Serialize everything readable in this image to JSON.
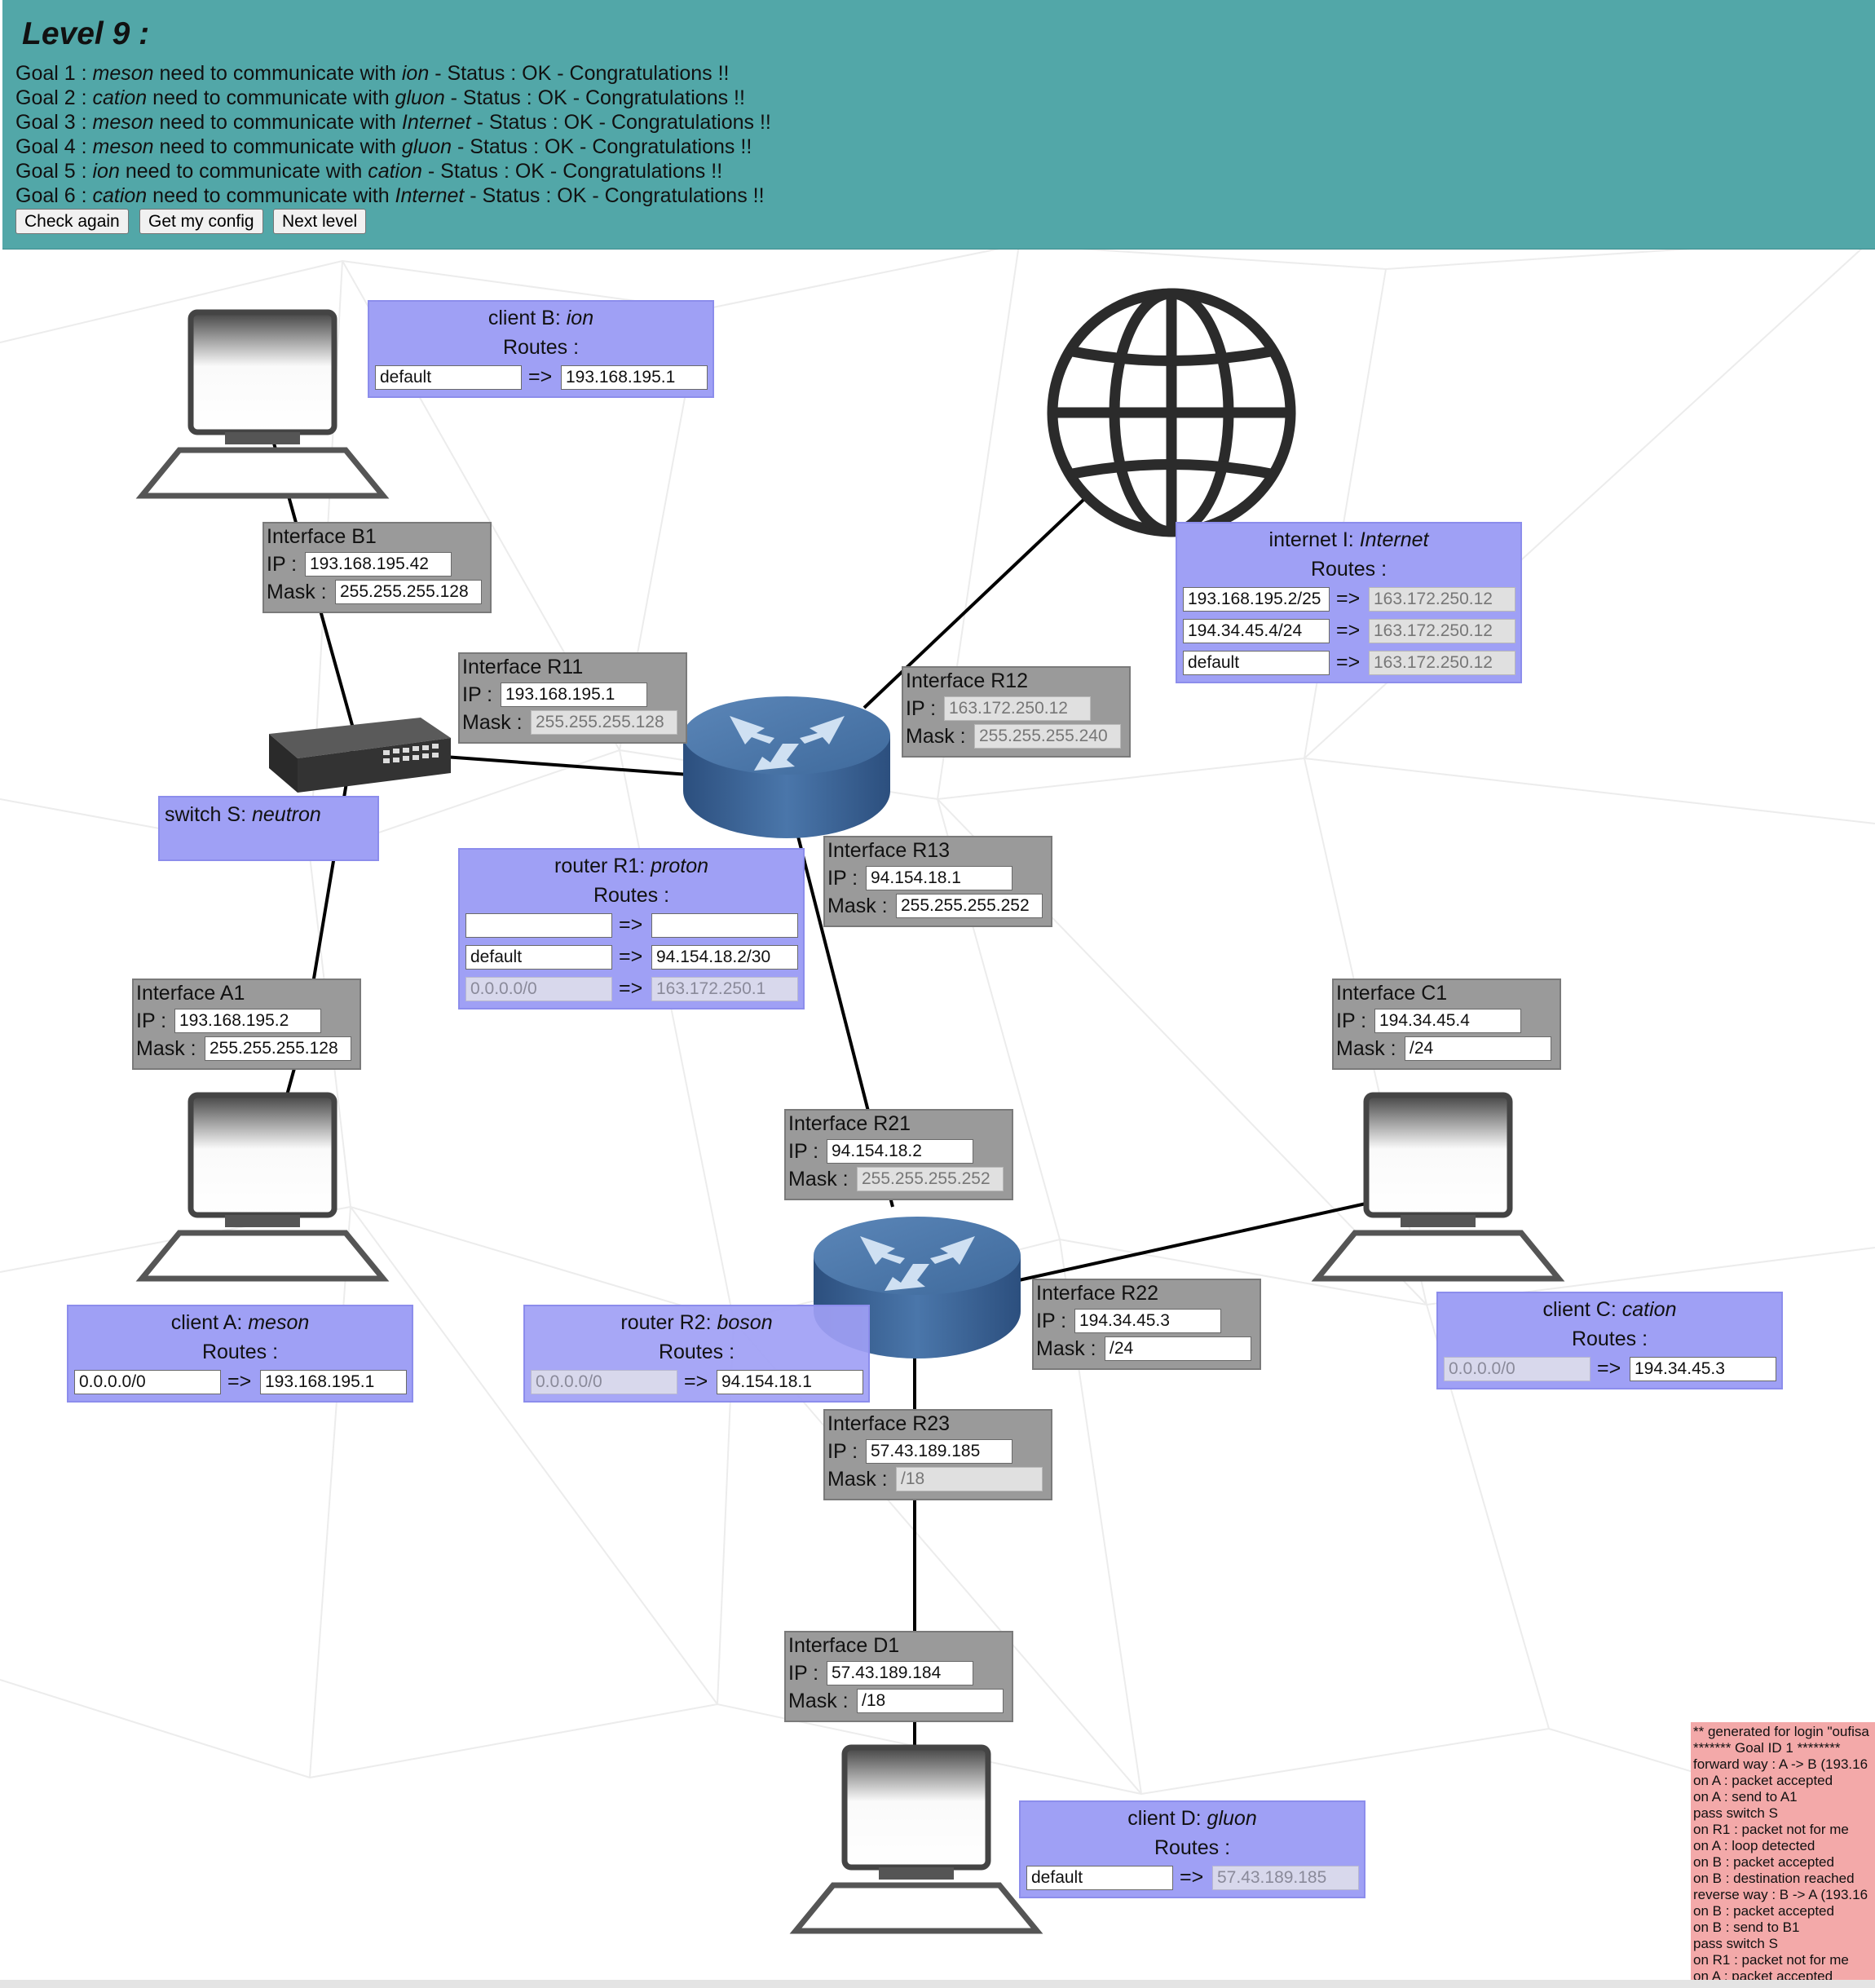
{
  "level_title": "Level 9 :",
  "goals": [
    {
      "prefix": "Goal 1 : ",
      "a": "meson",
      "mid": " need to communicate with ",
      "b": "ion",
      "suffix": " - Status : OK - Congratulations !!"
    },
    {
      "prefix": "Goal 2 : ",
      "a": "cation",
      "mid": " need to communicate with ",
      "b": "gluon",
      "suffix": " - Status : OK - Congratulations !!"
    },
    {
      "prefix": "Goal 3 : ",
      "a": "meson",
      "mid": " need to communicate with ",
      "b": "Internet",
      "suffix": " - Status : OK - Congratulations !!"
    },
    {
      "prefix": "Goal 4 : ",
      "a": "meson",
      "mid": " need to communicate with ",
      "b": "gluon",
      "suffix": " - Status : OK - Congratulations !!"
    },
    {
      "prefix": "Goal 5 : ",
      "a": "ion",
      "mid": " need to communicate with ",
      "b": "cation",
      "suffix": " - Status : OK - Congratulations !!"
    },
    {
      "prefix": "Goal 6 : ",
      "a": "cation",
      "mid": " need to communicate with ",
      "b": "Internet",
      "suffix": " - Status : OK - Congratulations !!"
    }
  ],
  "buttons": {
    "check_again": "Check again",
    "get_config": "Get my config",
    "next_level": "Next level"
  },
  "labels": {
    "ip": "IP :",
    "mask": "Mask :",
    "routes": "Routes :",
    "arrow": "=>"
  },
  "interfaces": {
    "B1": {
      "title": "Interface B1",
      "ip": "193.168.195.42",
      "mask": "255.255.255.128"
    },
    "R11": {
      "title": "Interface R11",
      "ip": "193.168.195.1",
      "mask": "255.255.255.128"
    },
    "R12": {
      "title": "Interface R12",
      "ip": "163.172.250.12",
      "mask": "255.255.255.240"
    },
    "R13": {
      "title": "Interface R13",
      "ip": "94.154.18.1",
      "mask": "255.255.255.252"
    },
    "A1": {
      "title": "Interface A1",
      "ip": "193.168.195.2",
      "mask": "255.255.255.128"
    },
    "C1": {
      "title": "Interface C1",
      "ip": "194.34.45.4",
      "mask": "/24"
    },
    "R21": {
      "title": "Interface R21",
      "ip": "94.154.18.2",
      "mask": "255.255.255.252"
    },
    "R22": {
      "title": "Interface R22",
      "ip": "194.34.45.3",
      "mask": "/24"
    },
    "R23": {
      "title": "Interface R23",
      "ip": "57.43.189.185",
      "mask": "/18"
    },
    "D1": {
      "title": "Interface D1",
      "ip": "57.43.189.184",
      "mask": "/18"
    }
  },
  "nodes": {
    "clientB": {
      "kind": "client B: ",
      "name": "ion",
      "routes": [
        {
          "dest": "default",
          "via": "193.168.195.1"
        }
      ]
    },
    "internet": {
      "kind": "internet I: ",
      "name": "Internet",
      "routes": [
        {
          "dest": "193.168.195.2/25",
          "via": "163.172.250.12"
        },
        {
          "dest": "194.34.45.4/24",
          "via": "163.172.250.12"
        },
        {
          "dest": "default",
          "via": "163.172.250.12"
        }
      ]
    },
    "switchS": {
      "kind": "switch S: ",
      "name": "neutron"
    },
    "routerR1": {
      "kind": "router R1: ",
      "name": "proton",
      "routes": [
        {
          "dest": "",
          "via": ""
        },
        {
          "dest": "default",
          "via": "94.154.18.2/30"
        },
        {
          "dest": "0.0.0.0/0",
          "via": "163.172.250.1"
        }
      ]
    },
    "clientA": {
      "kind": "client A: ",
      "name": "meson",
      "routes": [
        {
          "dest": "0.0.0.0/0",
          "via": "193.168.195.1"
        }
      ]
    },
    "routerR2": {
      "kind": "router R2: ",
      "name": "boson",
      "routes": [
        {
          "dest": "0.0.0.0/0",
          "via": "94.154.18.1"
        }
      ]
    },
    "clientC": {
      "kind": "client C: ",
      "name": "cation",
      "routes": [
        {
          "dest": "0.0.0.0/0",
          "via": "194.34.45.3"
        }
      ]
    },
    "clientD": {
      "kind": "client D: ",
      "name": "gluon",
      "routes": [
        {
          "dest": "default",
          "via": "57.43.189.185"
        }
      ]
    }
  },
  "log_lines": [
    "** generated for login \"oufisa",
    "******* Goal ID 1 ********",
    "forward way : A -> B (193.16",
    "on A : packet accepted",
    "on A : send to A1",
    "pass switch S",
    "on R1 : packet not for me",
    "on A : loop detected",
    "on B : packet accepted",
    "on B : destination reached",
    "reverse way : B -> A (193.16",
    "on B : packet accepted",
    "on B : send to B1",
    "pass switch S",
    "on R1 : packet not for me",
    "on A : packet accepted"
  ],
  "colors": {
    "header": "#52a7a8",
    "node": "#9fa0f5",
    "interface": "#9a9a9a",
    "log": "#f3a9a9"
  }
}
